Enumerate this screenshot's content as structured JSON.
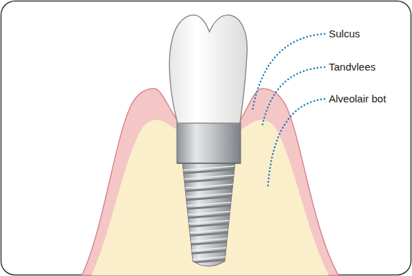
{
  "diagram": {
    "labels": [
      "Sulcus",
      "Tandvlees",
      "Alveolair bot"
    ]
  }
}
